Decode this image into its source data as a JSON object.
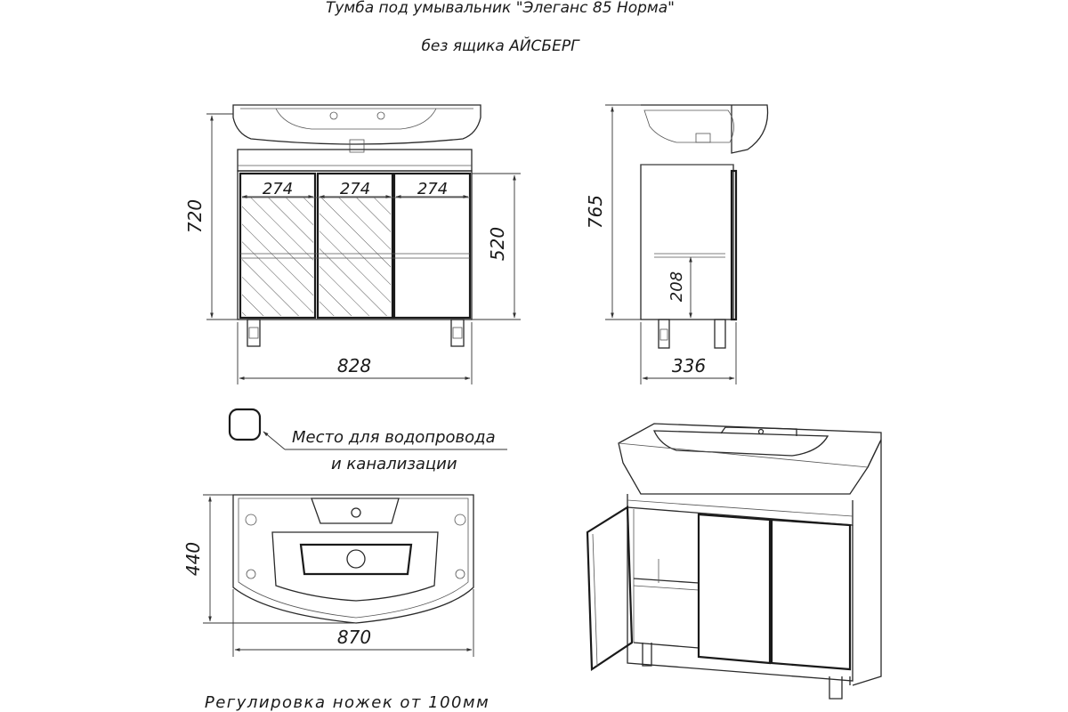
{
  "title_line1": "Тумба под умывальник \"Элеганс 85 Норма\"",
  "title_line2": "без ящика АЙСБЕРГ",
  "front_view": {
    "dim_height_total": "720",
    "dim_height_doors": "520",
    "dim_width": "828",
    "dim_door_1": "274",
    "dim_door_2": "274",
    "dim_door_3": "274"
  },
  "side_view": {
    "dim_height_total": "765",
    "dim_shelf_height": "208",
    "dim_depth": "336"
  },
  "top_view": {
    "dim_depth": "440",
    "dim_width": "870"
  },
  "legend": {
    "line1": "Место для водопровода",
    "line2": "и канализации"
  },
  "footer_note": "Регулировка ножек от 100мм"
}
